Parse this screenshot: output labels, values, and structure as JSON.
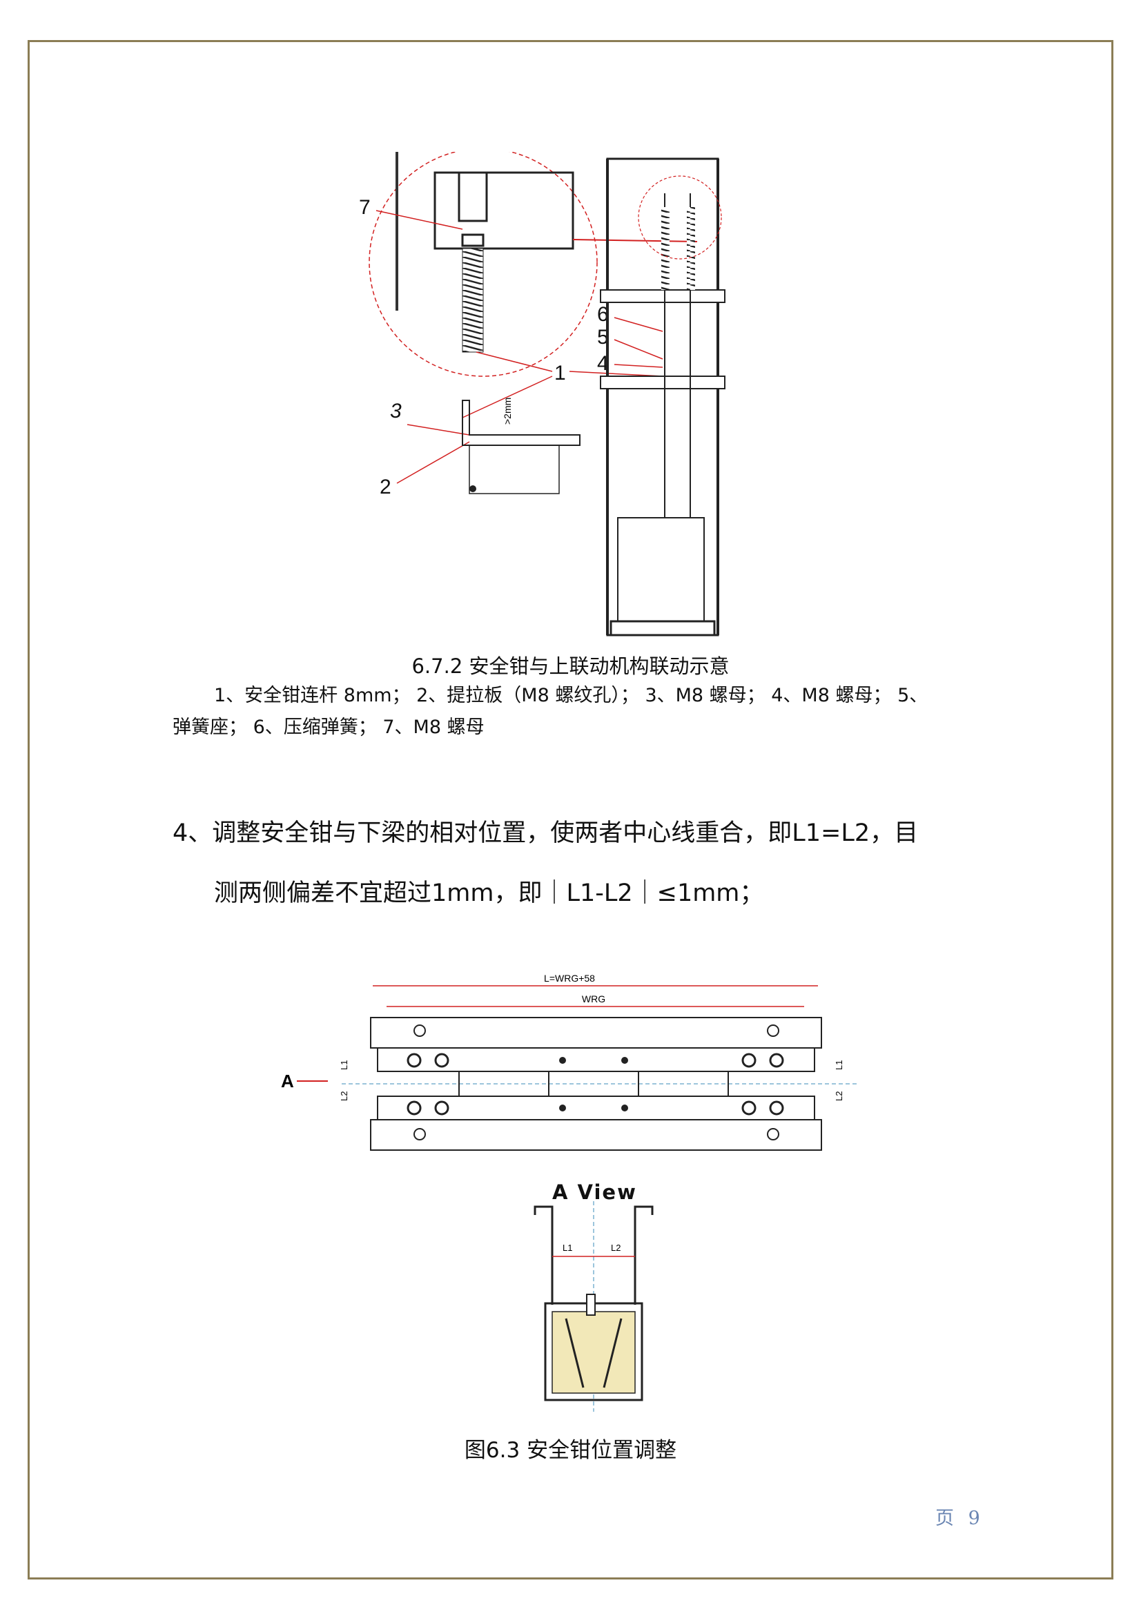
{
  "figure1": {
    "callouts": [
      "7",
      "6",
      "5",
      "4",
      "1",
      "3",
      "2"
    ],
    "dim_label": ">2mm",
    "caption": "6.7.2 安全钳与上联动机构联动示意",
    "legend_line1": "1、安全钳连杆 8mm； 2、提拉板（M8 螺纹孔）； 3、M8 螺母； 4、M8 螺母； 5、",
    "legend_line2": "弹簧座； 6、压缩弹簧； 7、M8 螺母"
  },
  "step4": {
    "line1": "4、调整安全钳与下梁的相对位置，使两者中心线重合，即L1=L2，目",
    "line2": "测两侧偏差不宜超过1mm，即｜L1-L2｜≤1mm；"
  },
  "figure2": {
    "dim_top": "L=WRG+58",
    "dim_inner": "WRG",
    "arrow_label": "A",
    "l1": "L1",
    "l2": "L2"
  },
  "figure3": {
    "title": "A  View",
    "l1": "L1",
    "l2": "L2"
  },
  "caption2": "图6.3 安全钳位置调整",
  "page_number": "页 9",
  "colors": {
    "frame": "#8b7d55",
    "page_number": "#6b86b3",
    "callout_red": "#d22020"
  }
}
